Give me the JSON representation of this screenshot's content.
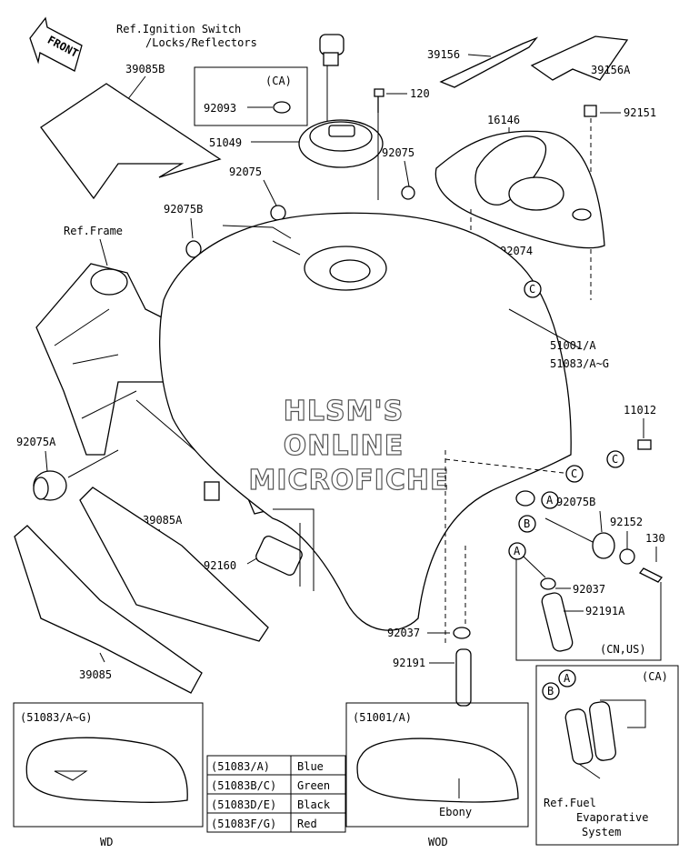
{
  "front_label": "FRONT",
  "watermark": [
    "HLSM'S",
    "ONLINE",
    "MICROFICHE"
  ],
  "callouts": {
    "ref_ignition_1": "Ref.Ignition Switch",
    "ref_ignition_2": "/Locks/Reflectors",
    "p39085B": "39085B",
    "ca_box": "(CA)",
    "p92093": "92093",
    "p51049": "51049",
    "p120": "120",
    "p39156": "39156",
    "p39156A": "39156A",
    "p16146": "16146",
    "p92151": "92151",
    "p92075_a": "92075",
    "p92075_b": "92075",
    "p92075B_top": "92075B",
    "ref_frame": "Ref.Frame",
    "p92074": "92074",
    "p51001A": "51001/A",
    "p51083AG": "51083/A~G",
    "p11012": "11012",
    "p92075A": "92075A",
    "p39085A": "39085A",
    "p92075B_mid": "92075B",
    "p92152": "92152",
    "p130": "130",
    "p92160": "92160",
    "p92037_a": "92037",
    "p92191A": "92191A",
    "cn_us": "(CN,US)",
    "p92037_b": "92037",
    "p92191": "92191",
    "p39085": "39085",
    "ca_box2": "(CA)",
    "ref_fuel_1": "Ref.Fuel",
    "ref_fuel_2": "Evaporative",
    "ref_fuel_3": "System"
  },
  "markers": {
    "A": "A",
    "B": "B",
    "C": "C"
  },
  "inset_left": {
    "title": "(51083/A~G)",
    "caption": "WD"
  },
  "inset_right": {
    "title": "(51001/A)",
    "label": "Ebony",
    "caption": "WOD"
  },
  "color_table": [
    {
      "code": "(51083/A)",
      "color": "Blue"
    },
    {
      "code": "(51083B/C)",
      "color": "Green"
    },
    {
      "code": "(51083D/E)",
      "color": "Black"
    },
    {
      "code": "(51083F/G)",
      "color": "Red"
    }
  ]
}
